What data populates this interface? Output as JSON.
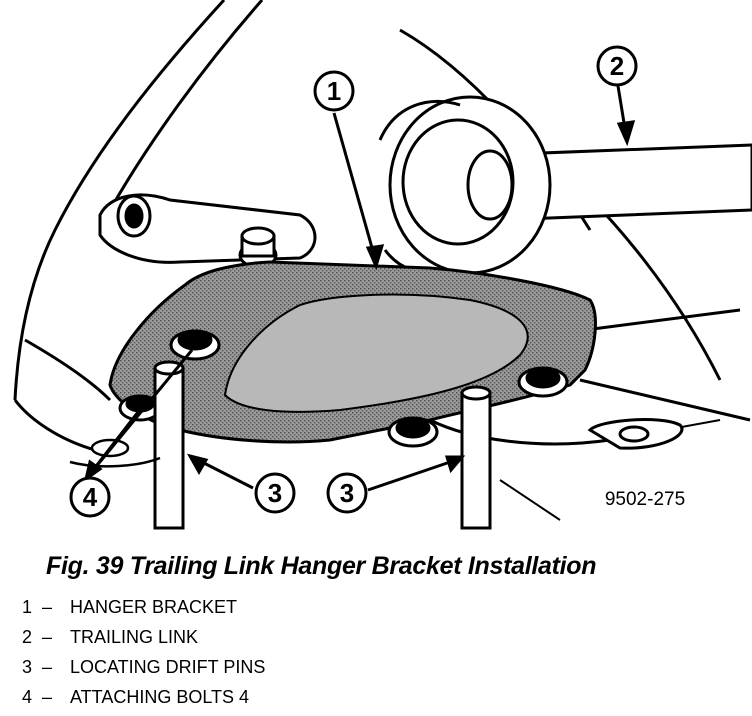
{
  "figure_number": "9502-275",
  "callouts": [
    "1",
    "2",
    "3",
    "3",
    "4"
  ],
  "caption": "Fig. 39 Trailing Link Hanger Bracket Installation",
  "legend": [
    {
      "num": "1",
      "sep": "–",
      "text": "HANGER BRACKET"
    },
    {
      "num": "2",
      "sep": "–",
      "text": "TRAILING LINK"
    },
    {
      "num": "3",
      "sep": "–",
      "text": "LOCATING DRIFT PINS"
    },
    {
      "num": "4",
      "sep": "–",
      "text": "ATTACHING BOLTS 4"
    }
  ],
  "colors": {
    "bracket_fill": "#8f8f8f",
    "line": "#000000",
    "background": "#ffffff"
  }
}
